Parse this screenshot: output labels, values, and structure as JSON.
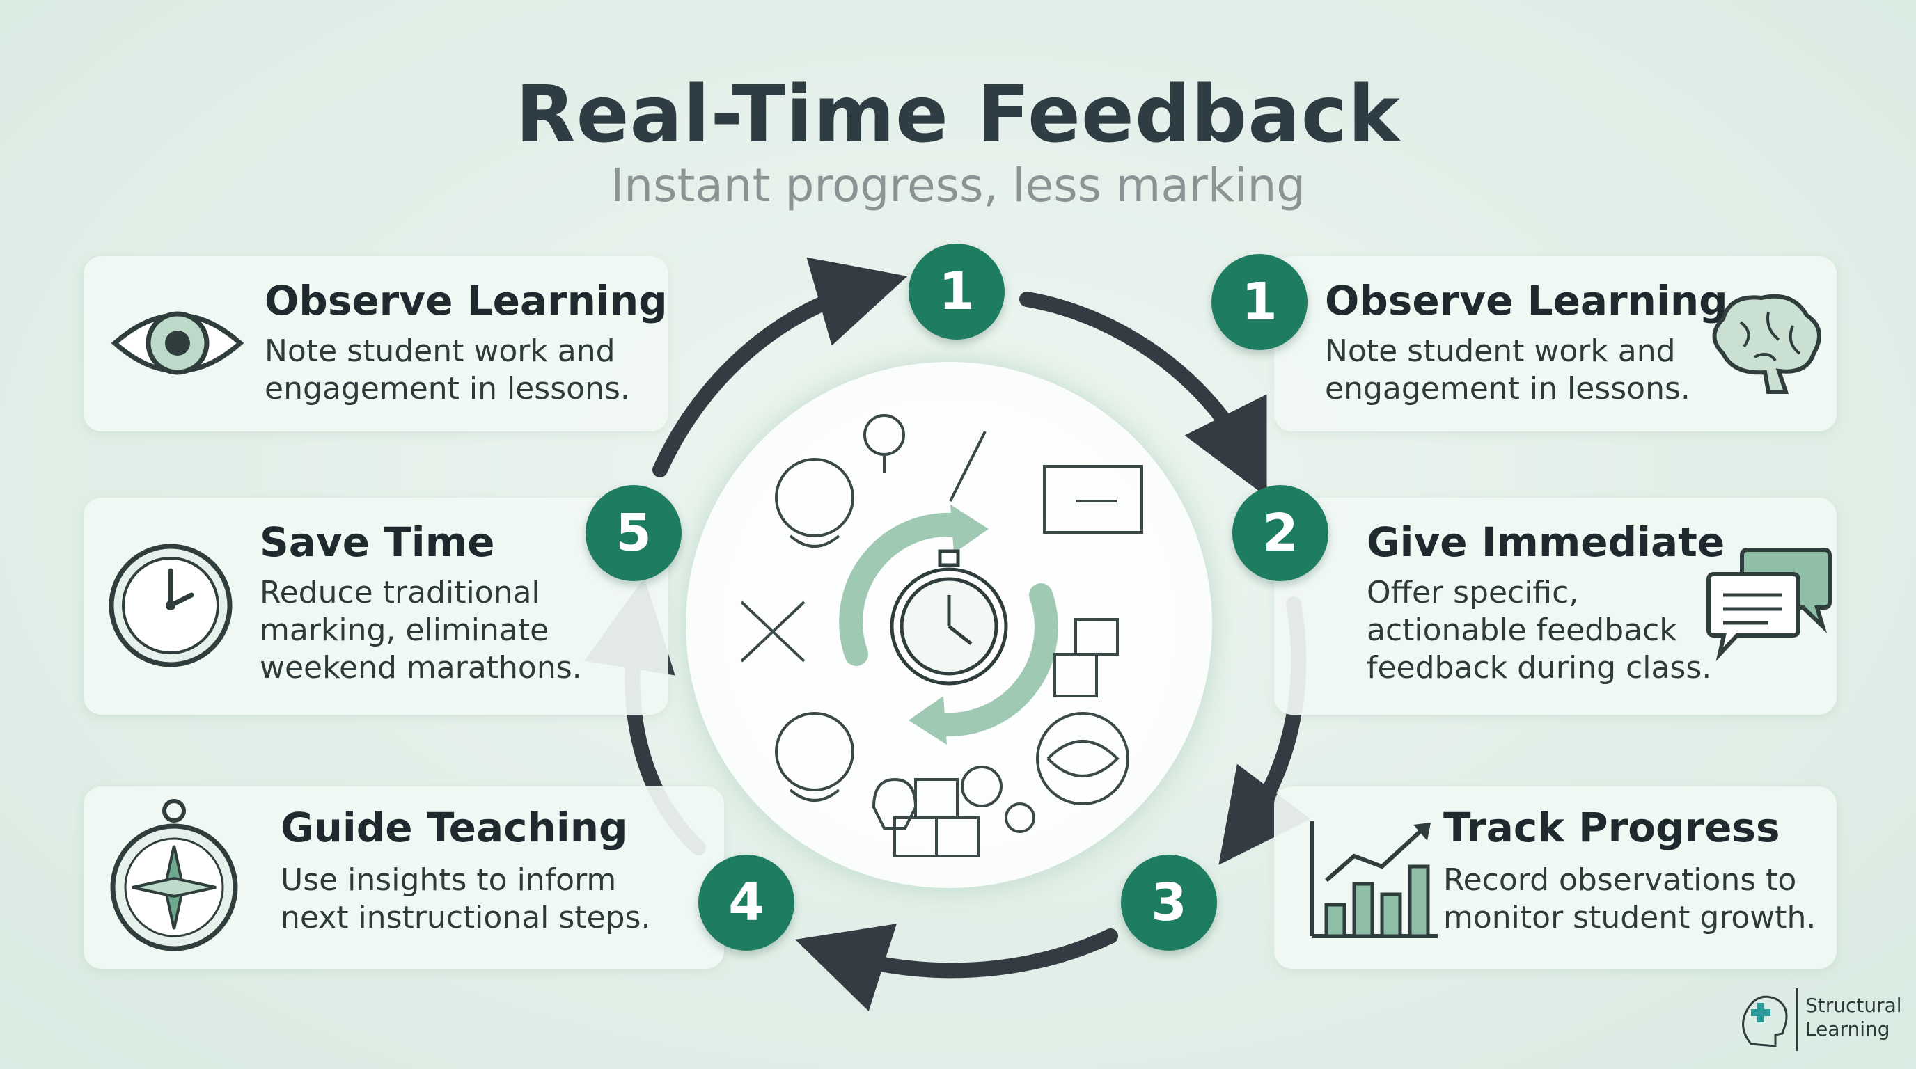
{
  "header": {
    "title": "Real-Time Feedback",
    "subtitle": "Instant progress, less marking"
  },
  "steps": [
    {
      "number": "1",
      "title": "Observe Learning",
      "desc": "Note student work and\nengagement in lessons.",
      "icon": "eye-icon"
    },
    {
      "number": "1",
      "title": "Observe Learning",
      "desc": "Note student work and\nengagement in lessons.",
      "icon": "brain-icon"
    },
    {
      "number": "2",
      "title": "Give Immediate",
      "desc": "Offer specific,\nactionable feedback\nfeedback during class.",
      "icon": "speech-bubbles-icon"
    },
    {
      "number": "3",
      "title": "Track Progress",
      "desc": "Record observations to\nmonitor student growth.",
      "icon": "bar-chart-icon"
    },
    {
      "number": "4",
      "title": "Guide Teaching",
      "desc": "Use insights to inform\nnext instructional steps.",
      "icon": "compass-icon"
    },
    {
      "number": "5",
      "title": "Save Time",
      "desc": "Reduce traditional\nmarking, eliminate\nweekend marathons.",
      "icon": "clock-icon"
    }
  ],
  "badges": {
    "top": "1",
    "right_top": "2",
    "right_bottom": "3",
    "left_bottom": "4",
    "left_top": "5"
  },
  "logo": {
    "text": "Structural\nLearning"
  },
  "colors": {
    "accent": "#1e7c60",
    "arrow": "#343b42",
    "background": "#e2efe8",
    "card": "#f1f8f4"
  }
}
